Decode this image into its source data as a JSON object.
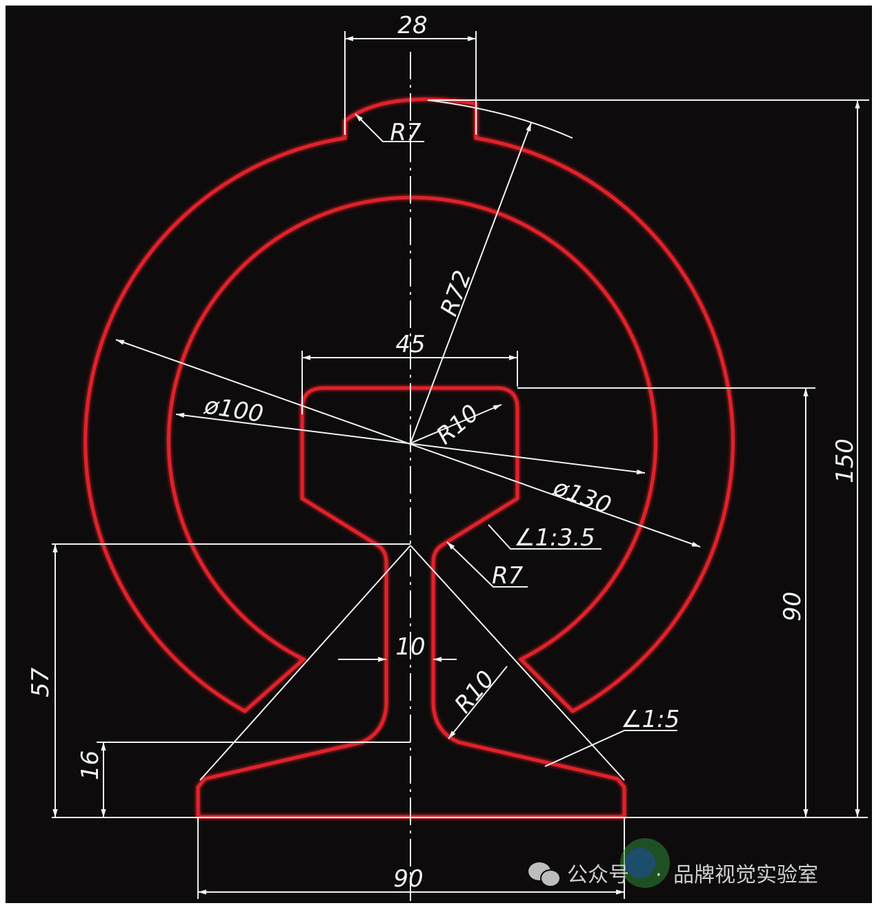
{
  "title": "Railway emblem technical drawing",
  "colors": {
    "background": "#0d0b0b",
    "outline": "#e0202a",
    "dimension": "#f2f2f2"
  },
  "dimensions": {
    "top_width": "28",
    "top_radius": "R7",
    "outer_radius": "R72",
    "head_width": "45",
    "inner_diameter": "ø100",
    "head_radius": "R10",
    "outer_diameter": "ø130",
    "head_taper": "∠1:3.5",
    "neck_radius": "R7",
    "web_width": "10",
    "base_radius": "R10",
    "base_taper": "∠1:5",
    "height_57": "57",
    "base_height": "16",
    "rail_height": "90",
    "total_height": "150",
    "base_width": "90"
  },
  "watermark": {
    "prefix": "公众号",
    "separator": "·",
    "name": "品牌视觉实验室"
  }
}
